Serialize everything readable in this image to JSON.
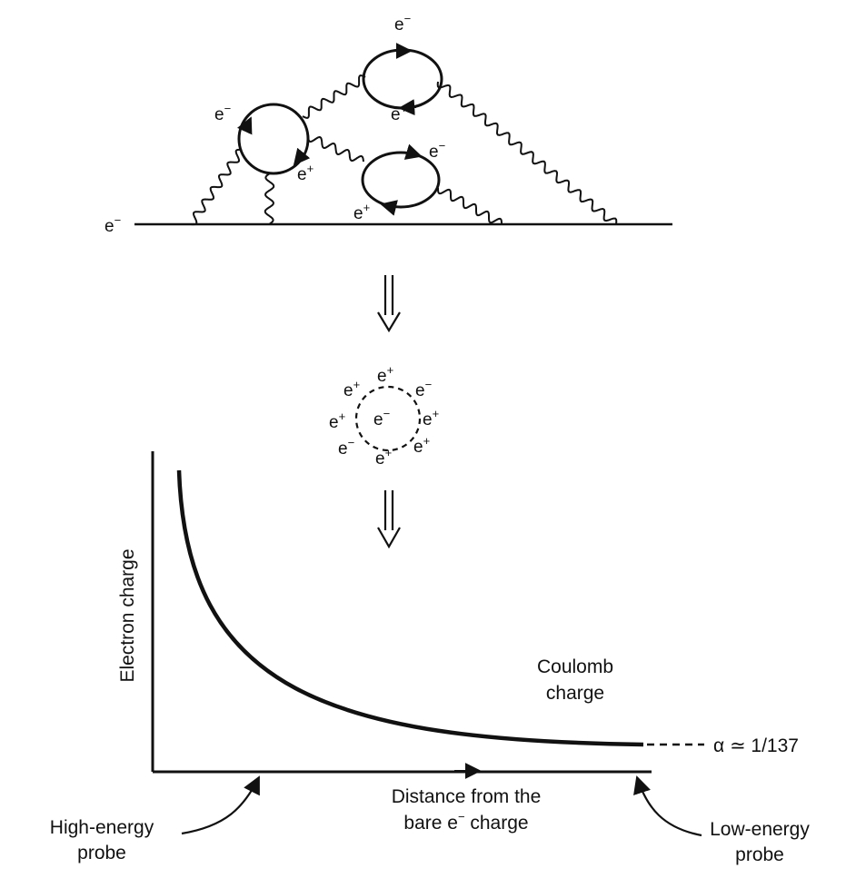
{
  "feynman": {
    "incoming_electron": "e",
    "loop_top": {
      "electron": "e",
      "positron": "e"
    },
    "loop_left": {
      "electron": "e",
      "positron": "e"
    },
    "loop_right": {
      "electron": "e",
      "positron": "e"
    },
    "minus_sign": "−",
    "plus_sign": "+"
  },
  "cloud": {
    "center": "e",
    "particles": [
      {
        "base": "e",
        "sign": "+"
      },
      {
        "base": "e",
        "sign": "+"
      },
      {
        "base": "e",
        "sign": "−"
      },
      {
        "base": "e",
        "sign": "+"
      },
      {
        "base": "e",
        "sign": "+"
      },
      {
        "base": "e",
        "sign": "+"
      },
      {
        "base": "e",
        "sign": "+"
      },
      {
        "base": "e",
        "sign": "−"
      }
    ]
  },
  "graph": {
    "ylabel": "Electron charge",
    "xlabel_line1": "Distance from the",
    "xlabel_line2_prefix": "bare e",
    "xlabel_line2_suffix": " charge",
    "annotation_line1": "Coulomb",
    "annotation_line2": "charge",
    "asymptote_label": "α ≃ 1/137",
    "left_probe_line1": "High-energy",
    "left_probe_line2": "probe",
    "right_probe_line1": "Low-energy",
    "right_probe_line2": "probe"
  },
  "colors": {
    "ink": "#111111",
    "background": "#ffffff"
  }
}
